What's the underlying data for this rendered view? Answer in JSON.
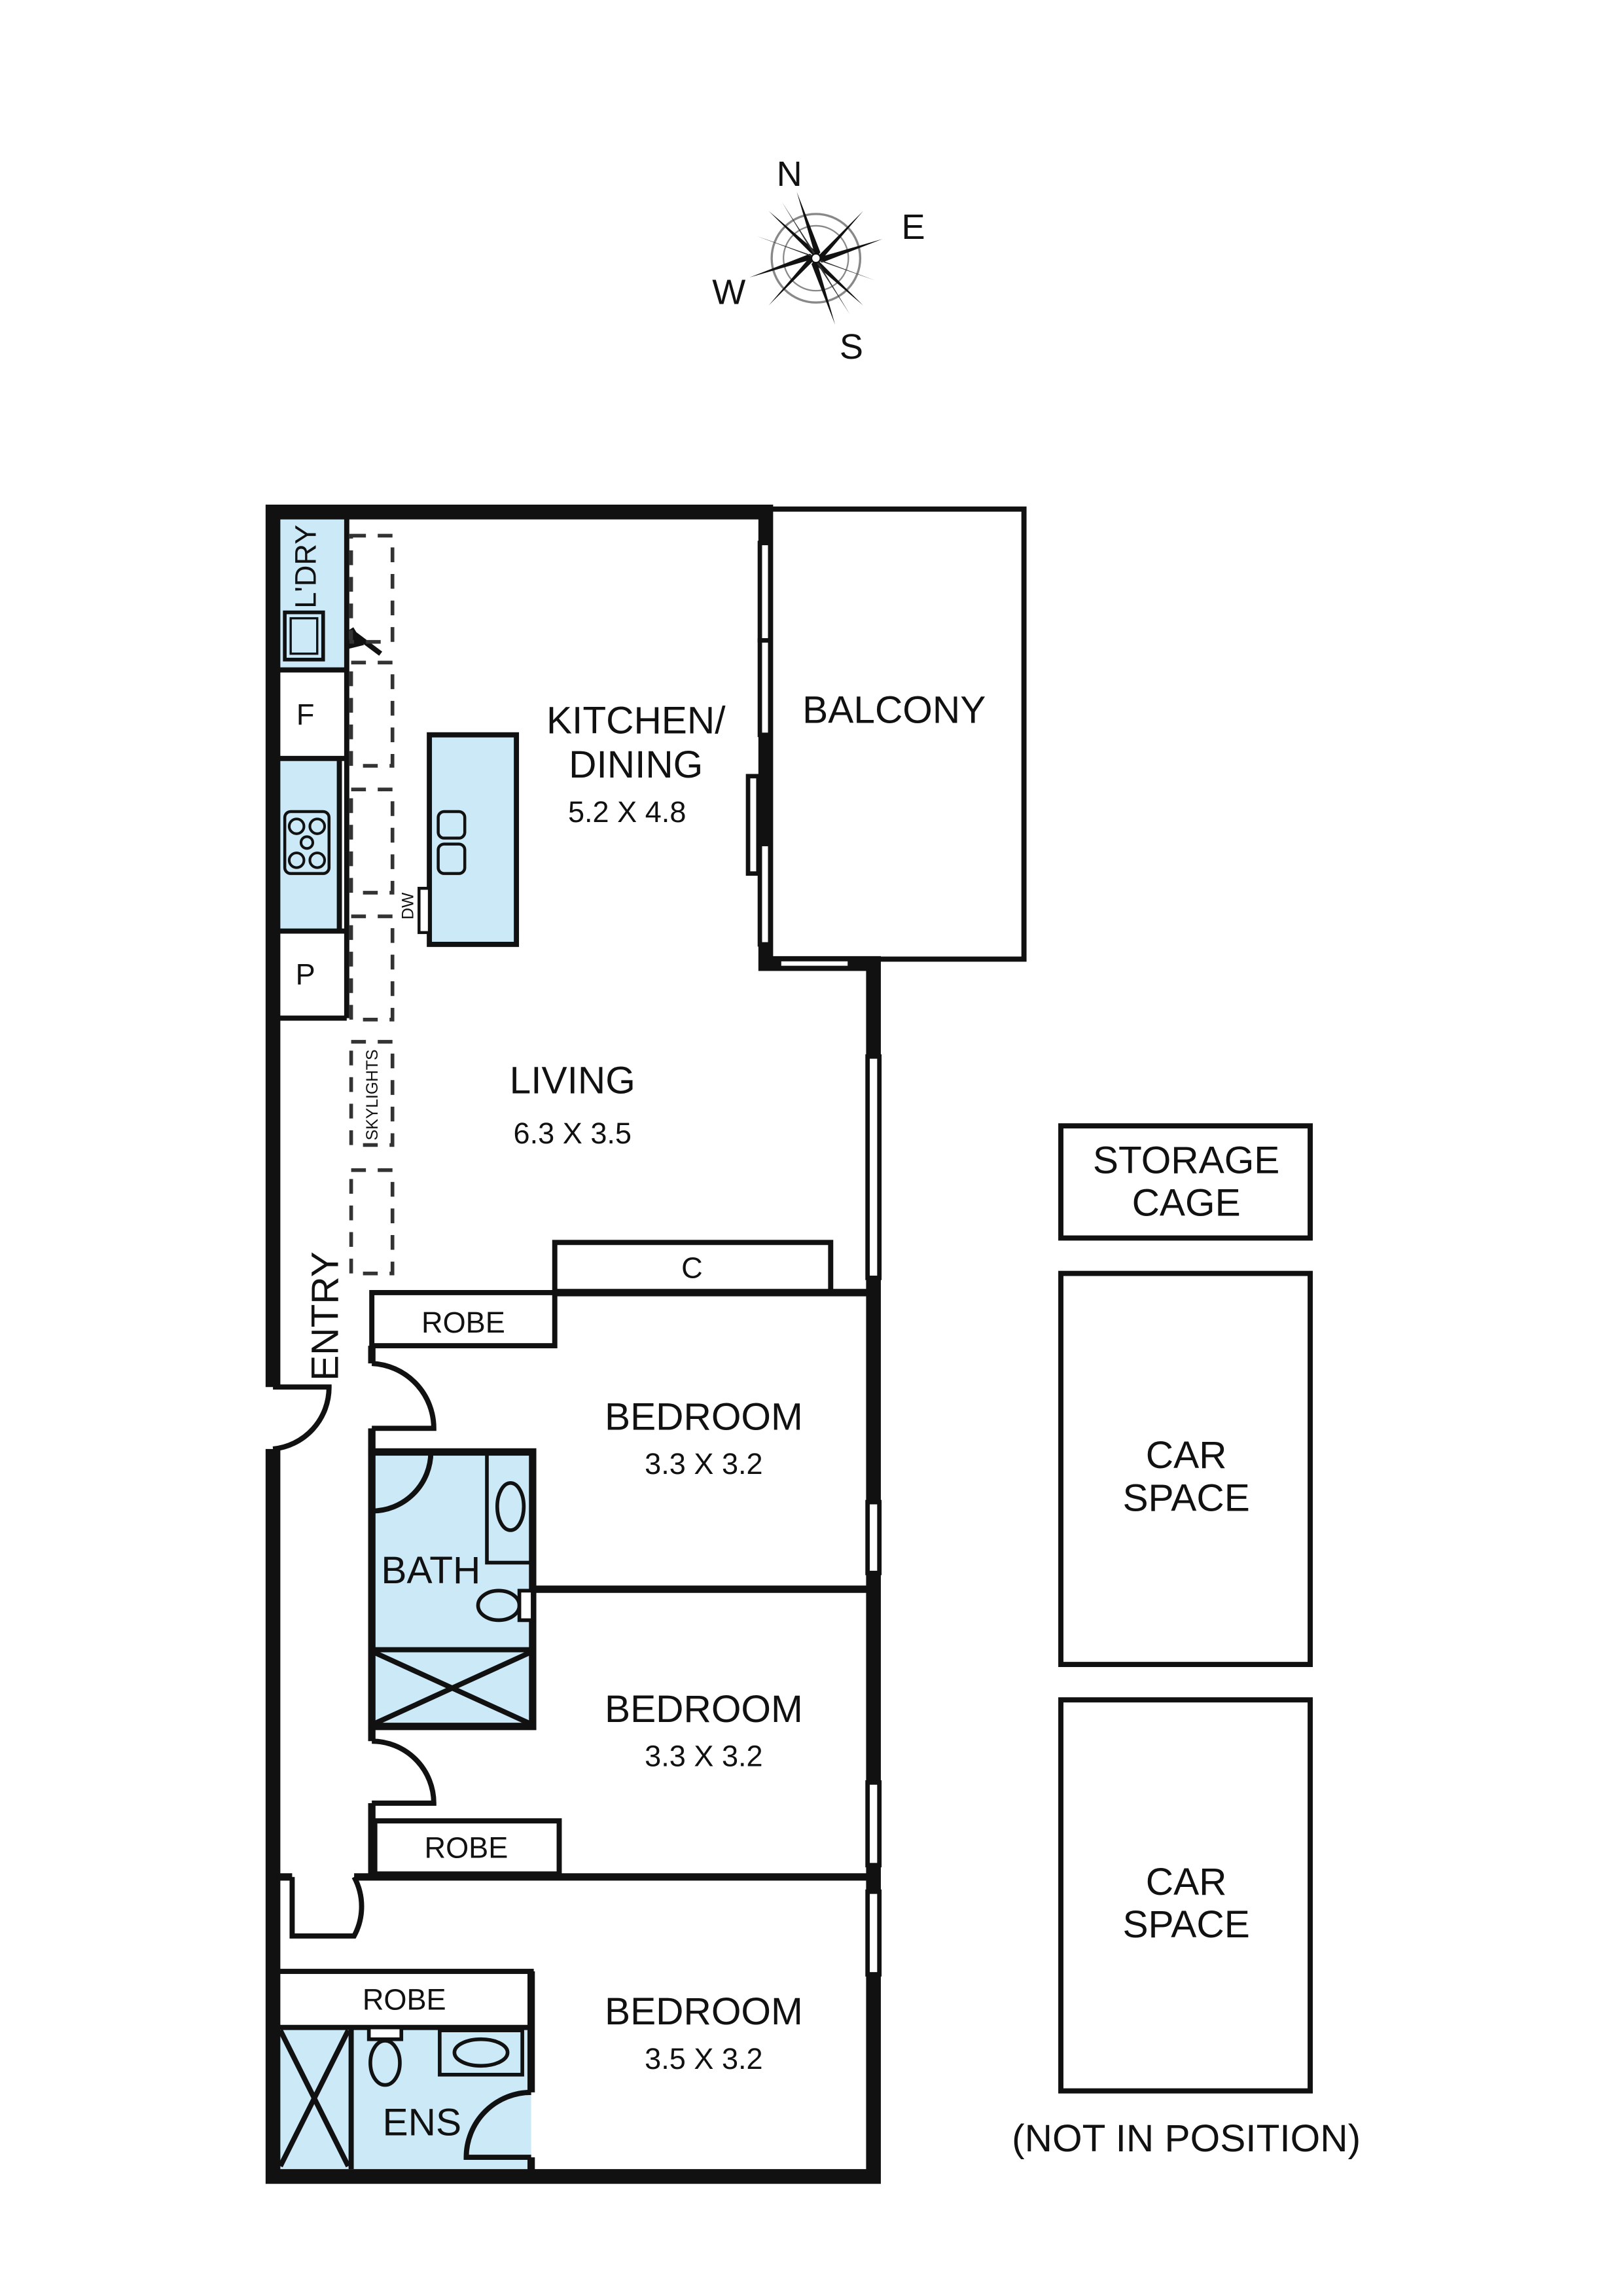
{
  "compass": {
    "north": "N",
    "east": "E",
    "south": "S",
    "west": "W"
  },
  "rooms": {
    "laundry": "L'DRY",
    "fridge": "F",
    "pantry": "P",
    "dishwasher": "DW",
    "skylights": "SKYLIGHTS",
    "kitchen_line1": "KITCHEN/",
    "kitchen_line2": "DINING",
    "kitchen_dims": "5.2 X 4.8",
    "balcony": "BALCONY",
    "living": "LIVING",
    "living_dims": "6.3 X 3.5",
    "cupboard": "C",
    "entry": "ENTRY",
    "robe1": "ROBE",
    "bedroom1": "BEDROOM",
    "bedroom1_dims": "3.3 X 3.2",
    "bath": "BATH",
    "bedroom2": "BEDROOM",
    "bedroom2_dims": "3.3 X 3.2",
    "robe2": "ROBE",
    "robe3": "ROBE",
    "bedroom3": "BEDROOM",
    "bedroom3_dims": "3.5 X 3.2",
    "ensuite": "ENS"
  },
  "outbuildings": {
    "storage_line1": "STORAGE",
    "storage_line2": "CAGE",
    "car1_line1": "CAR",
    "car1_line2": "SPACE",
    "car2_line1": "CAR",
    "car2_line2": "SPACE",
    "note": "(NOT IN POSITION)"
  }
}
